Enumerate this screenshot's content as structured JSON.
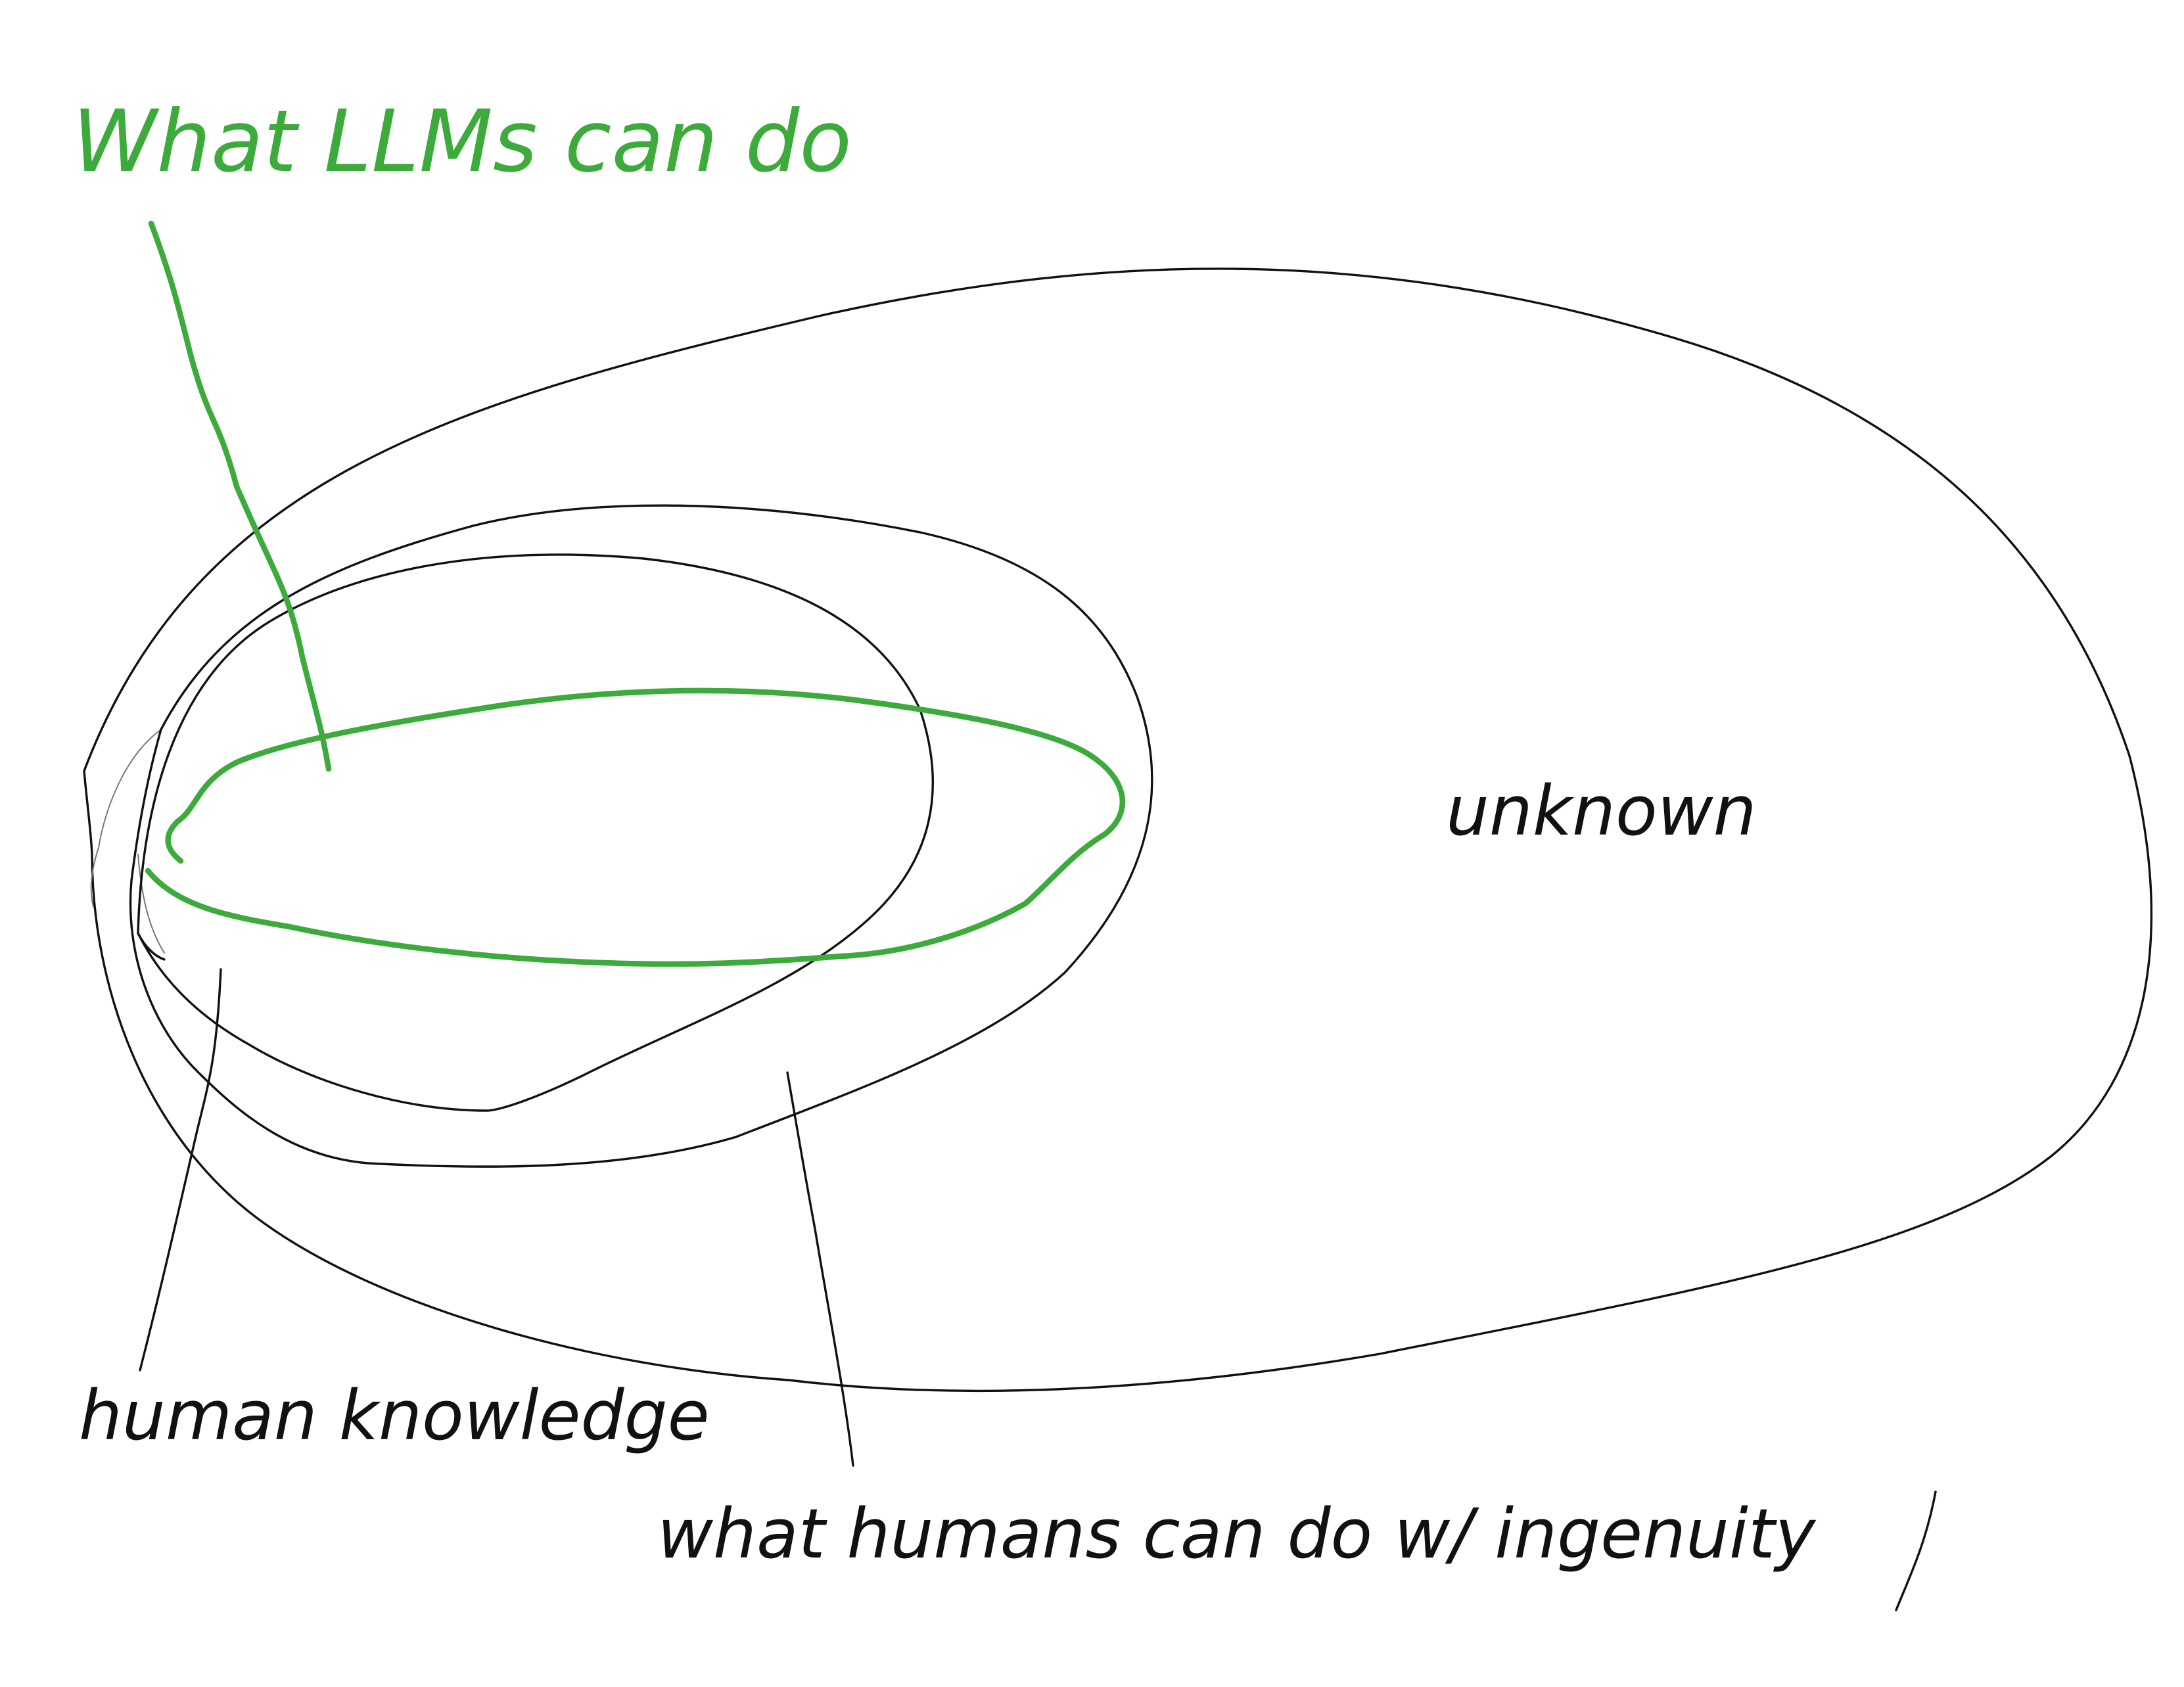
{
  "diagram": {
    "labels": {
      "llms": "What LLMs can do",
      "unknown": "unknown",
      "human_knowledge": "human knowledge",
      "ingenuity": "what humans can do w/ ingenuity"
    },
    "colors": {
      "background": "#ffffff",
      "ink": "#111111",
      "llm_green": "#3cab3c",
      "faint_ink": "#777777"
    },
    "regions": [
      {
        "name": "unknown",
        "color": "ink"
      },
      {
        "name": "what humans can do w/ ingenuity",
        "color": "ink"
      },
      {
        "name": "human knowledge",
        "color": "ink"
      },
      {
        "name": "What LLMs can do",
        "color": "llm_green"
      }
    ]
  }
}
